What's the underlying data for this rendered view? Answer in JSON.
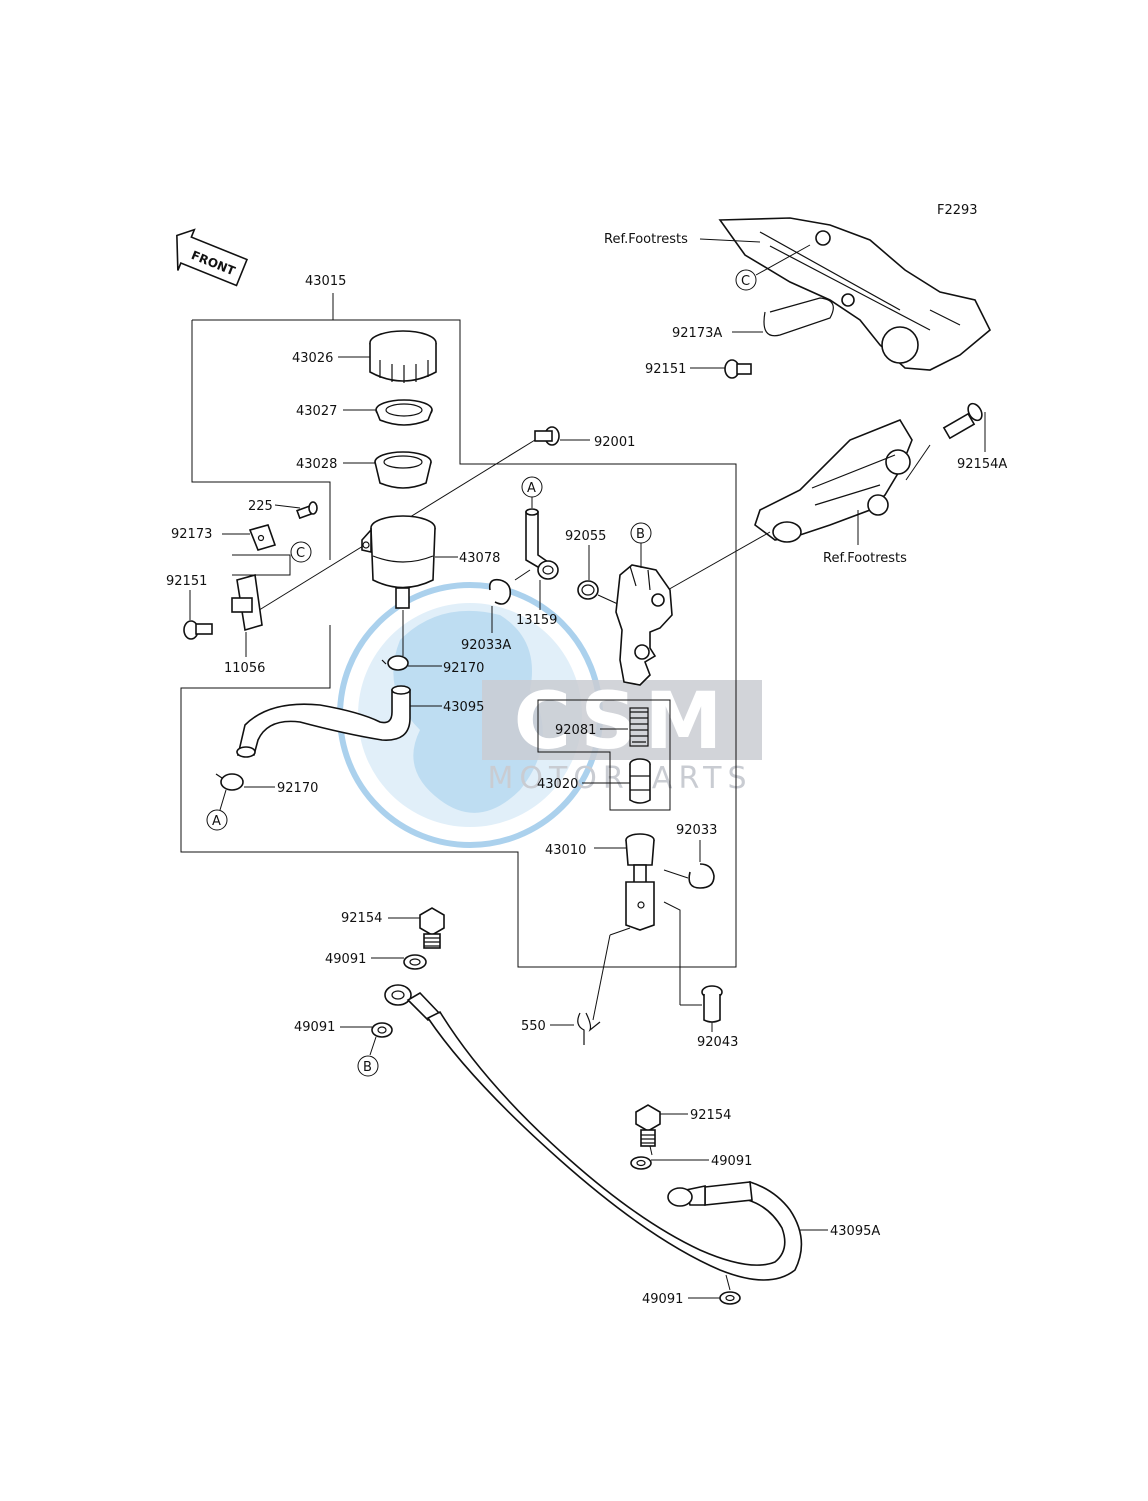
{
  "figure_code": "F2293",
  "front_label": "FRONT",
  "watermark": {
    "big": "CSM",
    "small": "MOTORPARTS"
  },
  "ref_labels": {
    "footrests_top": "Ref.Footrests",
    "footrests_mid": "Ref.Footrests"
  },
  "markers": {
    "A": "A",
    "B": "B",
    "C": "C"
  },
  "parts": {
    "p43015": "43015",
    "p43026": "43026",
    "p43027": "43027",
    "p43028": "43028",
    "p92001": "92001",
    "p225": "225",
    "p92173": "92173",
    "p92151_left": "92151",
    "p11056": "11056",
    "p43078": "43078",
    "p92055": "92055",
    "p13159": "13159",
    "p92033A": "92033A",
    "p92170_upper": "92170",
    "p43095": "43095",
    "p92170_lower": "92170",
    "p92081": "92081",
    "p43020": "43020",
    "p43010": "43010",
    "p92033": "92033",
    "p92154_left": "92154",
    "p49091_a": "49091",
    "p49091_b": "49091",
    "p550": "550",
    "p92043": "92043",
    "p92154_right": "92154",
    "p49091_c": "49091",
    "p43095A": "43095A",
    "p49091_d": "49091",
    "p92173A": "92173A",
    "p92151_right": "92151",
    "p92154A": "92154A"
  },
  "colors": {
    "line": "#111111",
    "watermark_blue": "#8fc2e8",
    "watermark_gray": "#b8bcc4"
  }
}
